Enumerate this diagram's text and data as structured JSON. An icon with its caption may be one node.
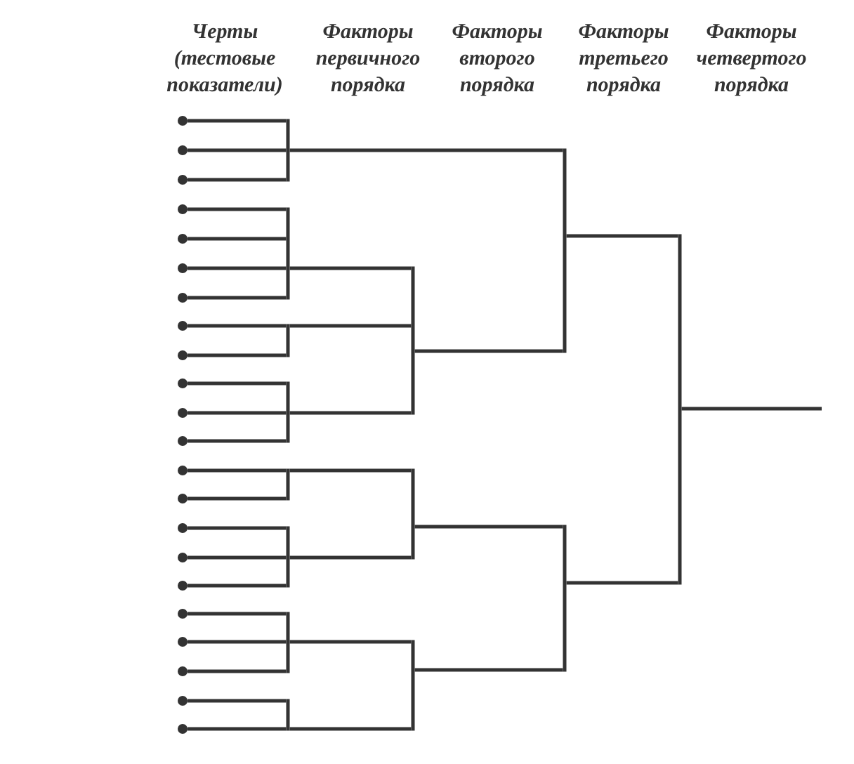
{
  "diagram": {
    "nodes": [
      {
        "text": [],
        "shape": "circle"
      },
      {
        "text": [],
        "shape": "circle"
      },
      {
        "text": [],
        "shape": "circle"
      },
      {
        "text": [],
        "shape": "circle"
      },
      {
        "text": [],
        "shape": "circle"
      },
      {
        "text": [],
        "shape": "circle"
      },
      {
        "text": [],
        "shape": "circle"
      },
      {
        "text": [],
        "shape": "circle"
      },
      {
        "text": [],
        "shape": "circle"
      },
      {
        "text": [],
        "shape": "circle"
      },
      {
        "text": [],
        "shape": "circle"
      },
      {
        "text": [],
        "shape": "circle"
      },
      {
        "text": [],
        "shape": "circle"
      },
      {
        "text": [],
        "shape": "circle"
      },
      {
        "text": [],
        "shape": "circle"
      },
      {
        "text": [],
        "shape": "circle"
      },
      {
        "text": [],
        "shape": "circle"
      },
      {
        "text": [],
        "shape": "circle"
      },
      {
        "text": [],
        "shape": "circle"
      },
      {
        "text": [],
        "shape": "circle"
      },
      {
        "text": [],
        "shape": "circle"
      },
      {
        "text": [],
        "shape": "circle"
      },
      {
        "text": [],
        "shape": "bar"
      },
      {
        "text": [],
        "shape": "bar"
      },
      {
        "text": [],
        "shape": "bar"
      },
      {
        "text": [],
        "shape": "bar"
      },
      {
        "text": [],
        "shape": "bar"
      },
      {
        "text": [],
        "shape": "bar"
      },
      {
        "text": [],
        "shape": "bar"
      },
      {
        "text": [],
        "shape": "bar"
      },
      {
        "text": [],
        "shape": "bar"
      },
      {
        "text": [],
        "shape": "bar"
      },
      {
        "text": [],
        "shape": "bar"
      },
      {
        "text": [],
        "shape": "bar"
      },
      {
        "text": [],
        "shape": "bar"
      },
      {
        "text": [],
        "shape": "bar"
      }
    ],
    "edges": [
      {
        "from": 0,
        "to": 22,
        "arrow": "none"
      },
      {
        "from": 1,
        "to": 22,
        "arrow": "none"
      },
      {
        "from": 2,
        "to": 22,
        "arrow": "none"
      },
      {
        "from": 3,
        "to": 23,
        "arrow": "none"
      },
      {
        "from": 4,
        "to": 23,
        "arrow": "none"
      },
      {
        "from": 5,
        "to": 23,
        "arrow": "none"
      },
      {
        "from": 6,
        "to": 23,
        "arrow": "none"
      },
      {
        "from": 7,
        "to": 24,
        "arrow": "none"
      },
      {
        "from": 8,
        "to": 24,
        "arrow": "none"
      },
      {
        "from": 9,
        "to": 25,
        "arrow": "none"
      },
      {
        "from": 10,
        "to": 25,
        "arrow": "none"
      },
      {
        "from": 11,
        "to": 25,
        "arrow": "none"
      },
      {
        "from": 12,
        "to": 26,
        "arrow": "none"
      },
      {
        "from": 13,
        "to": 26,
        "arrow": "none"
      },
      {
        "from": 14,
        "to": 27,
        "arrow": "none"
      },
      {
        "from": 15,
        "to": 27,
        "arrow": "none"
      },
      {
        "from": 16,
        "to": 27,
        "arrow": "none"
      },
      {
        "from": 17,
        "to": 28,
        "arrow": "none"
      },
      {
        "from": 18,
        "to": 28,
        "arrow": "none"
      },
      {
        "from": 19,
        "to": 28,
        "arrow": "none"
      },
      {
        "from": 20,
        "to": 29,
        "arrow": "none"
      },
      {
        "from": 21,
        "to": 29,
        "arrow": "none"
      },
      {
        "from": 23,
        "to": 30,
        "arrow": "none"
      },
      {
        "from": 24,
        "to": 30,
        "arrow": "none"
      },
      {
        "from": 25,
        "to": 30,
        "arrow": "none"
      },
      {
        "from": 26,
        "to": 31,
        "arrow": "none"
      },
      {
        "from": 27,
        "to": 31,
        "arrow": "none"
      },
      {
        "from": 28,
        "to": 32,
        "arrow": "none"
      },
      {
        "from": 29,
        "to": 32,
        "arrow": "none"
      },
      {
        "from": 22,
        "to": 33,
        "arrow": "none"
      },
      {
        "from": 30,
        "to": 33,
        "arrow": "none"
      },
      {
        "from": 31,
        "to": 34,
        "arrow": "none"
      },
      {
        "from": 32,
        "to": 34,
        "arrow": "none"
      },
      {
        "from": 33,
        "to": 35,
        "arrow": "none"
      },
      {
        "from": 34,
        "to": 35,
        "arrow": "none"
      },
      {
        "from": 35,
        "to": null,
        "arrow": "none"
      }
    ],
    "labels": [
      "Черты (тестовые показатели)",
      "Факторы первичного порядка",
      "Факторы второго порядка",
      "Факторы третьего порядка",
      "Факторы четвертого порядка"
    ]
  }
}
